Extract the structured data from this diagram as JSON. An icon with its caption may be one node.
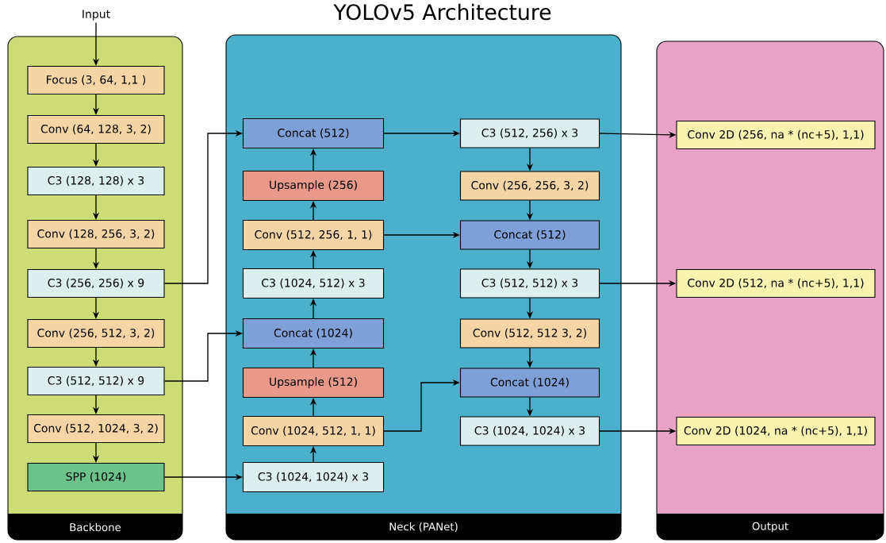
{
  "diagram": {
    "title": "YOLOv5 Architecture",
    "nodes": [
      {
        "text": [
          "Input"
        ]
      },
      {
        "text": [
          "Backbone"
        ]
      },
      {
        "text": [
          "Focus (3, 64, 1,1 )"
        ],
        "in": 1
      },
      {
        "text": [
          "Conv (64, 128, 3, 2)"
        ],
        "in": 1
      },
      {
        "text": [
          "C3 (128, 128) x 3"
        ],
        "in": 1
      },
      {
        "text": [
          "Conv (128, 256, 3, 2)"
        ],
        "in": 1
      },
      {
        "text": [
          "C3 (256, 256) x 9"
        ],
        "in": 1
      },
      {
        "text": [
          "Conv (256, 512, 3, 2)"
        ],
        "in": 1
      },
      {
        "text": [
          "C3 (512, 512) x 9"
        ],
        "in": 1
      },
      {
        "text": [
          "Conv (512, 1024, 3, 2)"
        ],
        "in": 1
      },
      {
        "text": [
          "SPP (1024)"
        ],
        "in": 1
      },
      {
        "text": [
          "Neck (PANet)"
        ]
      },
      {
        "text": [
          "Concat (512)"
        ],
        "in": 11
      },
      {
        "text": [
          "Upsample (256)"
        ],
        "in": 11
      },
      {
        "text": [
          "Conv (512, 256, 1, 1)"
        ],
        "in": 11
      },
      {
        "text": [
          "C3 (1024, 512) x 3"
        ],
        "in": 11
      },
      {
        "text": [
          "Concat (1024)"
        ],
        "in": 11
      },
      {
        "text": [
          "Upsample (512)"
        ],
        "in": 11
      },
      {
        "text": [
          "Conv (1024, 512, 1, 1)"
        ],
        "in": 11
      },
      {
        "text": [
          "C3 (1024, 1024) x 3"
        ],
        "in": 11
      },
      {
        "text": [
          "C3 (512, 256) x 3"
        ],
        "in": 11
      },
      {
        "text": [
          "Conv (256, 256, 3, 2)"
        ],
        "in": 11
      },
      {
        "text": [
          "Concat (512)"
        ],
        "in": 11
      },
      {
        "text": [
          "C3 (512, 512) x 3"
        ],
        "in": 11
      },
      {
        "text": [
          "Conv (512, 512 3, 2)"
        ],
        "in": 11
      },
      {
        "text": [
          "Concat (1024)"
        ],
        "in": 11
      },
      {
        "text": [
          "C3 (1024, 1024) x 3"
        ],
        "in": 11
      },
      {
        "text": [
          "Output"
        ]
      },
      {
        "text": [
          "Conv 2D (256, na * (nc+5), 1,1)"
        ],
        "in": 27
      },
      {
        "text": [
          "Conv 2D (512, na * (nc+5), 1,1)"
        ],
        "in": 27
      },
      {
        "text": [
          "Conv 2D (1024, na * (nc+5), 1,1)"
        ],
        "in": 27
      }
    ],
    "edges": [
      {
        "from": 0,
        "to": 2,
        "arrow": "to"
      },
      {
        "from": 2,
        "to": 3,
        "arrow": "to"
      },
      {
        "from": 3,
        "to": 4,
        "arrow": "to"
      },
      {
        "from": 4,
        "to": 5,
        "arrow": "to"
      },
      {
        "from": 5,
        "to": 6,
        "arrow": "to"
      },
      {
        "from": 6,
        "to": 7,
        "arrow": "to"
      },
      {
        "from": 7,
        "to": 8,
        "arrow": "to"
      },
      {
        "from": 8,
        "to": 9,
        "arrow": "to"
      },
      {
        "from": 9,
        "to": 10,
        "arrow": "to"
      },
      {
        "from": 6,
        "to": 12,
        "arrow": "to"
      },
      {
        "from": 8,
        "to": 16,
        "arrow": "to"
      },
      {
        "from": 10,
        "to": 19,
        "arrow": "to"
      },
      {
        "from": 19,
        "to": 18,
        "arrow": "to"
      },
      {
        "from": 18,
        "to": 17,
        "arrow": "to"
      },
      {
        "from": 17,
        "to": 16,
        "arrow": "to"
      },
      {
        "from": 16,
        "to": 15,
        "arrow": "to"
      },
      {
        "from": 15,
        "to": 14,
        "arrow": "to"
      },
      {
        "from": 14,
        "to": 13,
        "arrow": "to"
      },
      {
        "from": 13,
        "to": 12,
        "arrow": "to"
      },
      {
        "from": 12,
        "to": 20,
        "arrow": "to"
      },
      {
        "from": 20,
        "to": 21,
        "arrow": "to"
      },
      {
        "from": 21,
        "to": 22,
        "arrow": "to"
      },
      {
        "from": 14,
        "to": 22,
        "arrow": "to"
      },
      {
        "from": 22,
        "to": 23,
        "arrow": "to"
      },
      {
        "from": 23,
        "to": 24,
        "arrow": "to"
      },
      {
        "from": 24,
        "to": 25,
        "arrow": "to"
      },
      {
        "from": 18,
        "to": 25,
        "arrow": "to"
      },
      {
        "from": 25,
        "to": 26,
        "arrow": "to"
      },
      {
        "from": 20,
        "to": 28,
        "arrow": "to"
      },
      {
        "from": 23,
        "to": 29,
        "arrow": "to"
      },
      {
        "from": 26,
        "to": 30,
        "arrow": "to"
      }
    ]
  }
}
